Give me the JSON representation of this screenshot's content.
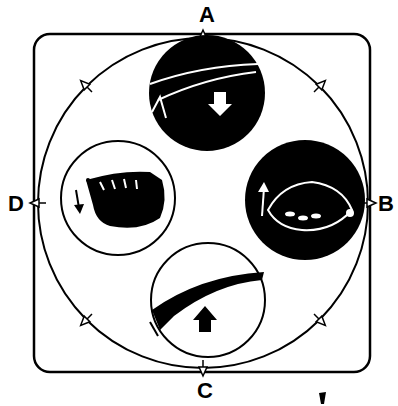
{
  "diagram": {
    "labels": [
      "A",
      "D",
      "B",
      "C"
    ]
  }
}
